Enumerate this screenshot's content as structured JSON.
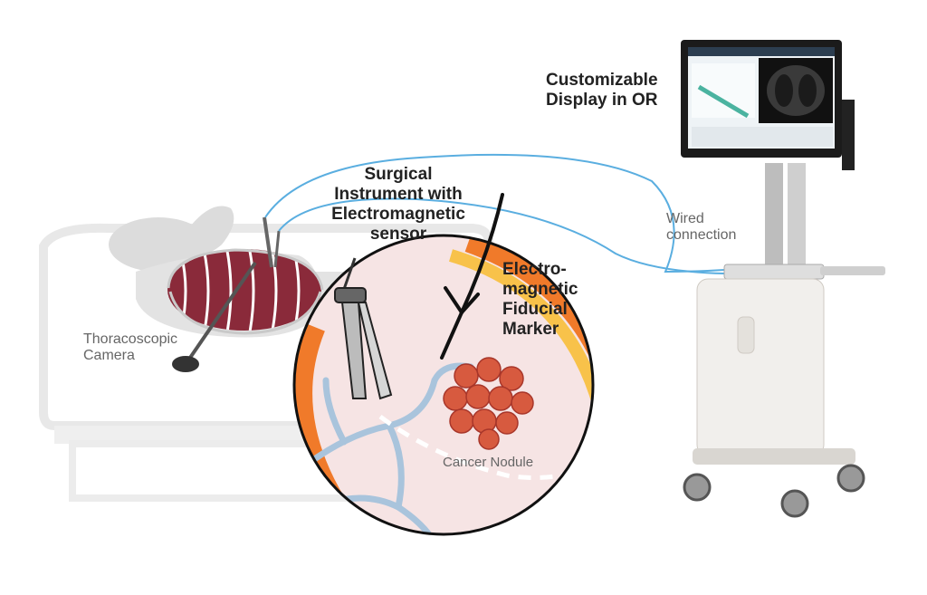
{
  "labels": {
    "display": [
      "Customizable",
      "Display in OR"
    ],
    "surgical_instrument": [
      "Surgical",
      "Instrument with",
      "Electromagnetic",
      "sensor"
    ],
    "wired_connection": [
      "Wired",
      "connection"
    ],
    "camera": [
      "Thoracoscopic",
      "Camera"
    ],
    "marker": [
      "Electro-",
      "magnetic",
      "Fiducial",
      "Marker"
    ],
    "nodule": "Cancer Nodule"
  },
  "colors": {
    "cable": "#5aaee0",
    "lung": "#8a2a3a",
    "tissue": "#f6e4e4",
    "pleura_orange": "#f07a2a",
    "pleura_yellow": "#f8c24a",
    "vessels": "#a9c4dc",
    "nodule": "#d75a3f",
    "cart": "#f1efec",
    "silhouette": "#e3e3e3"
  }
}
